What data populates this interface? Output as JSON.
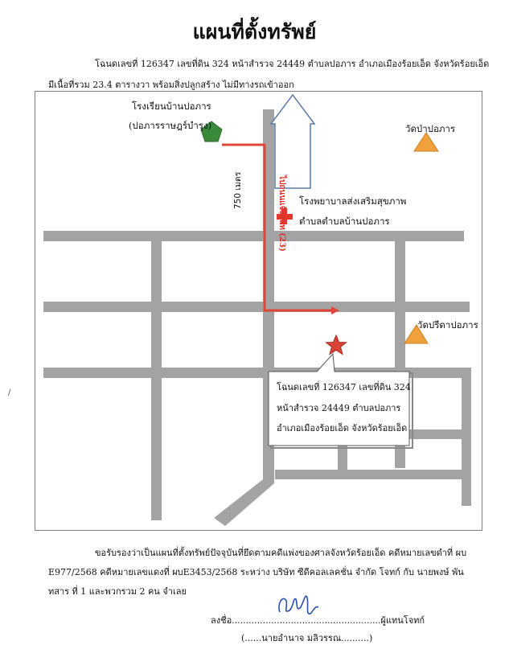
{
  "page": {
    "title": "แผนที่ตั้งทรัพย์",
    "intro_line1": "โฉนดเลขที่ 126347 เลขที่ดิน 324 หน้าสำรวจ 24449 ตำบลปอภาร อำเภอเมืองร้อยเอ็ด จังหวัดร้อยเอ็ด",
    "intro_line2": "มีเนื้อที่รวม 23.4 ตารางวา พร้อมสิ่งปลูกสร้าง ไม่มีทางรถเข้าออก"
  },
  "map": {
    "school_line1": "โรงเรียนบ้านปอภาร",
    "school_line2": "(ปอภารราษฎร์บำรุง)",
    "temple1": "วัดป่าปอภาร",
    "temple2": "วัดปรีดาปอภาร",
    "hospital_line1": "โรงพยาบาลส่งเสริมสุขภาพ",
    "hospital_line2": "ตำบลตำบลบ้านปอภาร",
    "distance_label": "750 เมตร",
    "arrow_label": "ไปถนนแจ้งสนิท (23)",
    "callout_line1": "โฉนดเลขที่ 126347 เลขที่ดิน 324",
    "callout_line2": "หน้าสำรวจ 24449 ตำบลปอภาร",
    "callout_line3": "อำเภอเมืองร้อยเอ็ด จังหวัดร้อยเอ็ด",
    "colors": {
      "road": "#a3a3a3",
      "route": "#e0453a",
      "school": "#3a8a3a",
      "temple": "#f0a03c",
      "hospital": "#e8382e",
      "property": "#d94436"
    }
  },
  "certification": {
    "line1": "ขอรับรองว่าเป็นแผนที่ตั้งทรัพย์ปัจจุบันที่ยึดตามคดีแพ่งของศาลจังหวัดร้อยเอ็ด คดีหมายเลขดำที่ ผบ",
    "line2": "E977/2568 คดีหมายเลขแดงที่ ผบE3453/2568 ระหว่าง บริษัท ซีดีคอลเลคชั่น จำกัด โจทก์ กับ นายพงษ์ พัน",
    "line3": "ทสาร ที่ 1 และพวกรวม 2 คน จำเลย"
  },
  "signature": {
    "sign_line": "ลงชื่อ.....................................................ผู้แทนโจทก์",
    "name_line": "(......นายอำนาจ มลิวรรณ..........)"
  },
  "margin": {
    "mark": "/"
  }
}
